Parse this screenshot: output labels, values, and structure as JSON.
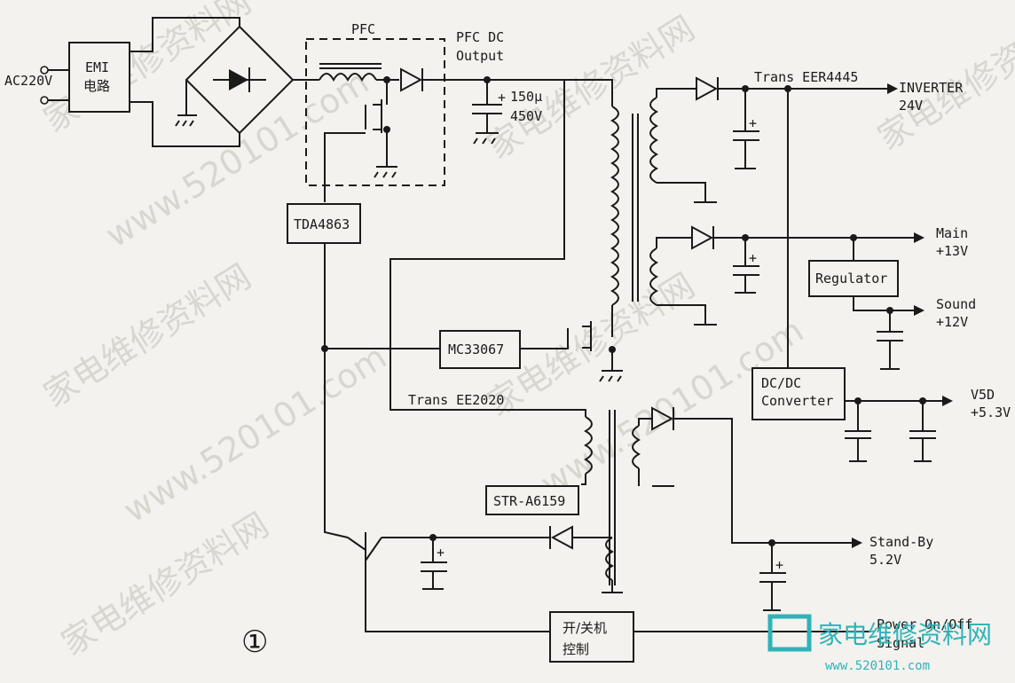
{
  "labels": {
    "ac_input": "AC220V",
    "emi_line1": "EMI",
    "emi_line2": "电路",
    "pfc": "PFC",
    "pfc_dc_line1": "PFC DC",
    "pfc_dc_line2": "Output",
    "cap_value1": "150μ",
    "cap_value2": "450V",
    "trans_main": "Trans EER4445",
    "inverter_line1": "INVERTER",
    "inverter_line2": "24V",
    "tda": "TDA4863",
    "main_line1": "Main",
    "main_line2": "+13V",
    "regulator": "Regulator",
    "sound_line1": "Sound",
    "sound_line2": "+12V",
    "mc": "MC33067",
    "dcdc_line1": "DC/DC",
    "dcdc_line2": "Converter",
    "v5d_line1": "V5D",
    "v5d_line2": "+5.3V",
    "trans_standby": "Trans EE2020",
    "str": "STR-A6159",
    "standby_line1": "Stand-By",
    "standby_line2": "5.2V",
    "onoff_line1": "开/关机",
    "onoff_line2": "控制",
    "power_line1": "Power On/Off",
    "power_line2": "Signal",
    "figure_number": "①",
    "cap_plus": "+"
  },
  "watermarks": {
    "site_cn": "家电维修资料网",
    "site_url": "www.520101.com",
    "logo_cn": "家电维修资料网",
    "logo_url": "www.520101.com"
  },
  "colors": {
    "ink": "#1a1a1a",
    "paper": "#f4f2ee",
    "watermark": "#d9d6d0",
    "logo": "#2fb3b8"
  }
}
